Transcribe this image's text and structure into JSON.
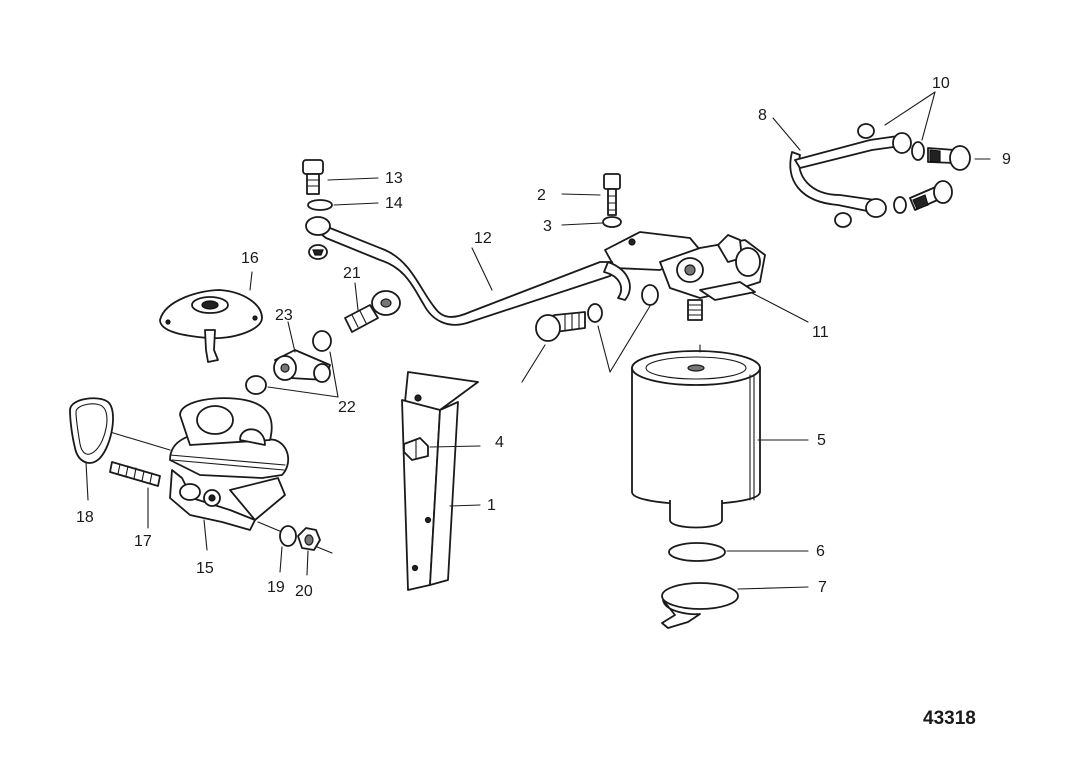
{
  "callouts": {
    "c1": "1",
    "c2": "2",
    "c3": "3",
    "c4": "4",
    "c5": "5",
    "c6": "6",
    "c7": "7",
    "c8": "8",
    "c9": "9",
    "c10": "10",
    "c11": "11",
    "c12": "12",
    "c13": "13",
    "c14": "14",
    "c15": "15",
    "c16": "16",
    "c17": "17",
    "c18": "18",
    "c19": "19",
    "c20": "20",
    "c21": "21",
    "c22": "22",
    "c23": "23"
  },
  "figure_number": "43318"
}
